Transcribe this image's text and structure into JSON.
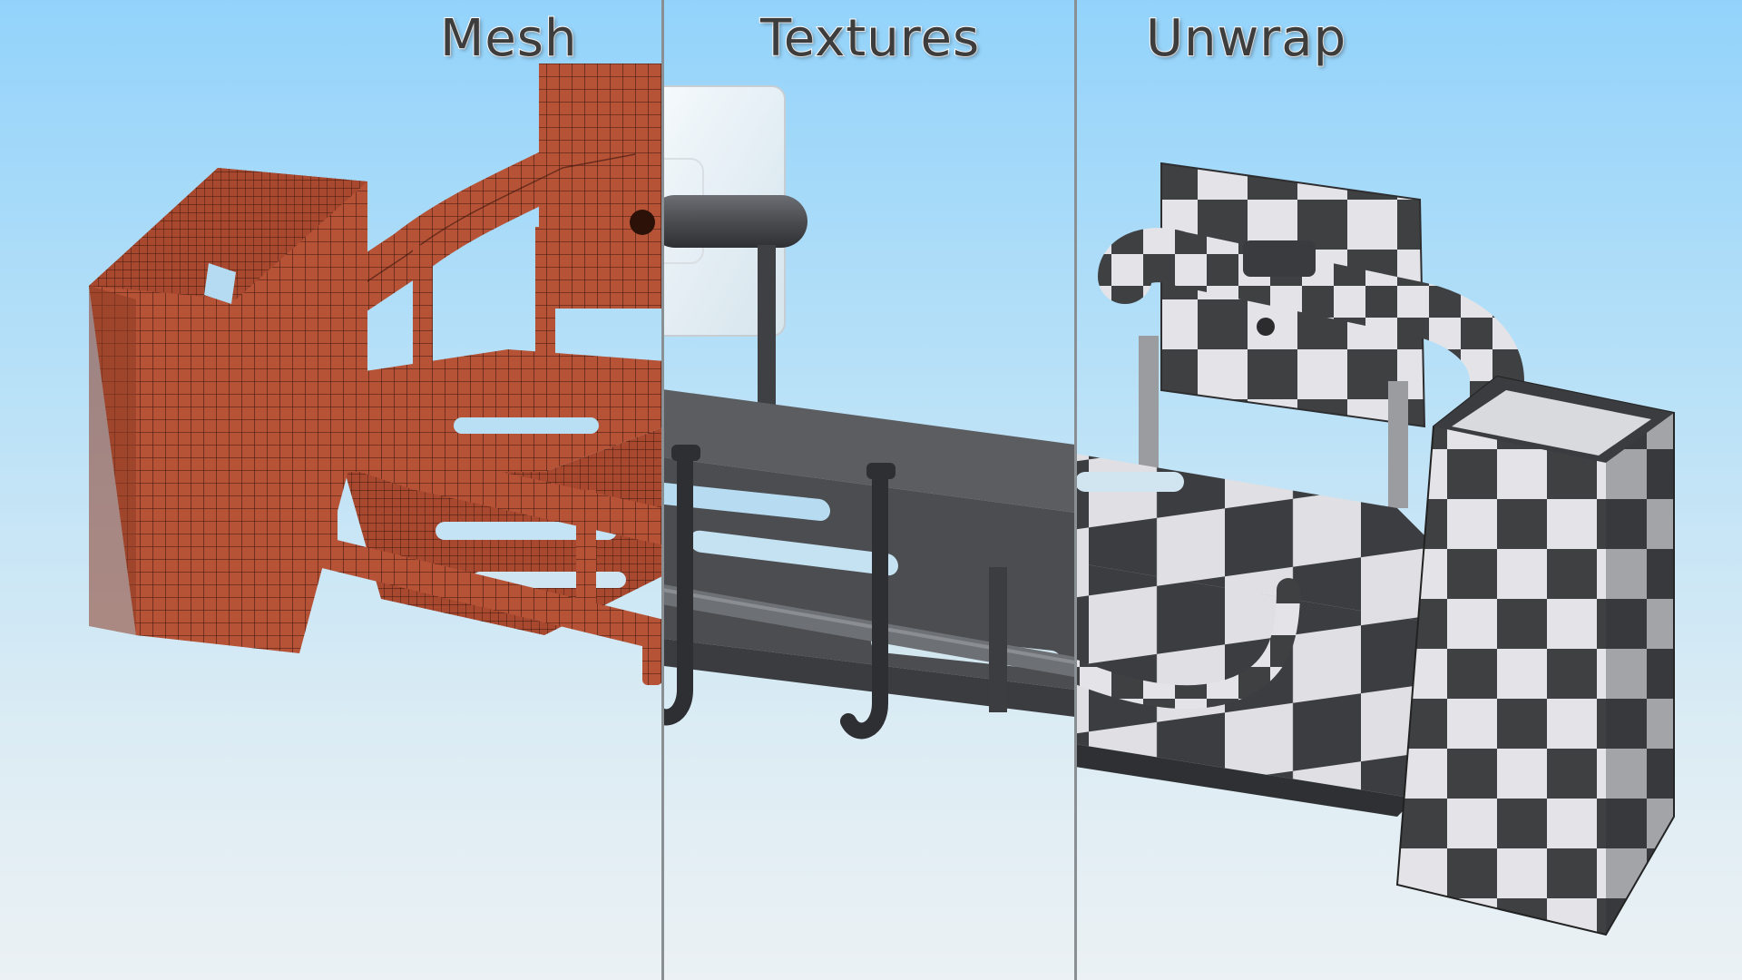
{
  "panels": [
    {
      "label": "Mesh"
    },
    {
      "label": "Textures"
    },
    {
      "label": "Unwrap"
    }
  ],
  "colors": {
    "mesh_fill": "#b14f34",
    "mesh_wire": "#3a160d",
    "texture_dark": "#4b4d50",
    "texture_light": "#e9eaec",
    "checker_dark": "#3f4042",
    "checker_light": "#e4e4e8",
    "divider": "#8a8f94"
  },
  "icons": [
    "bathroom-shelf-model"
  ]
}
